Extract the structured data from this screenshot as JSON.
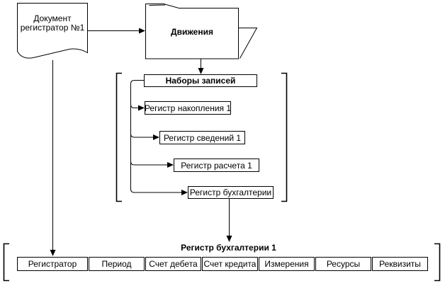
{
  "diagram": {
    "document": {
      "label_line1": "Документ",
      "label_line2": "регистратор №1"
    },
    "movements_folder": {
      "label": "Движения"
    },
    "record_sets": {
      "header": "Наборы записей",
      "items": [
        "Регистр накопления 1",
        "Регистр сведений 1",
        "Регистр расчета 1",
        "Регистр бухгалтерии"
      ]
    },
    "accounting_register": {
      "title": "Регистр бухгалтерии 1",
      "columns": [
        "Регистратор",
        "Период",
        "Счет дебета",
        "Счет кредита",
        "Измерения",
        "Ресурсы",
        "Реквизиты"
      ]
    },
    "colors": {
      "line": "#000000",
      "background": "#ffffff"
    }
  }
}
